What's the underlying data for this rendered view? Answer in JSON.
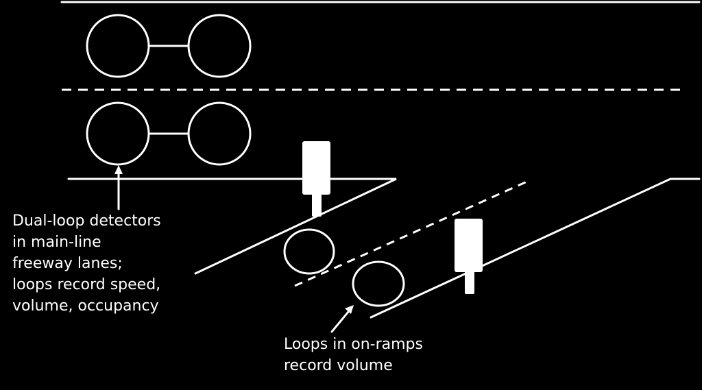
{
  "labels": {
    "mainline_loops": [
      "Dual-loop detectors",
      "in main-line",
      "freeway lanes;",
      "loops record speed,",
      "volume, occupancy"
    ],
    "ramp_loops": [
      "Loops in on-ramps",
      "record volume"
    ]
  },
  "colors": {
    "background": "#000000",
    "foreground": "#ffffff"
  }
}
